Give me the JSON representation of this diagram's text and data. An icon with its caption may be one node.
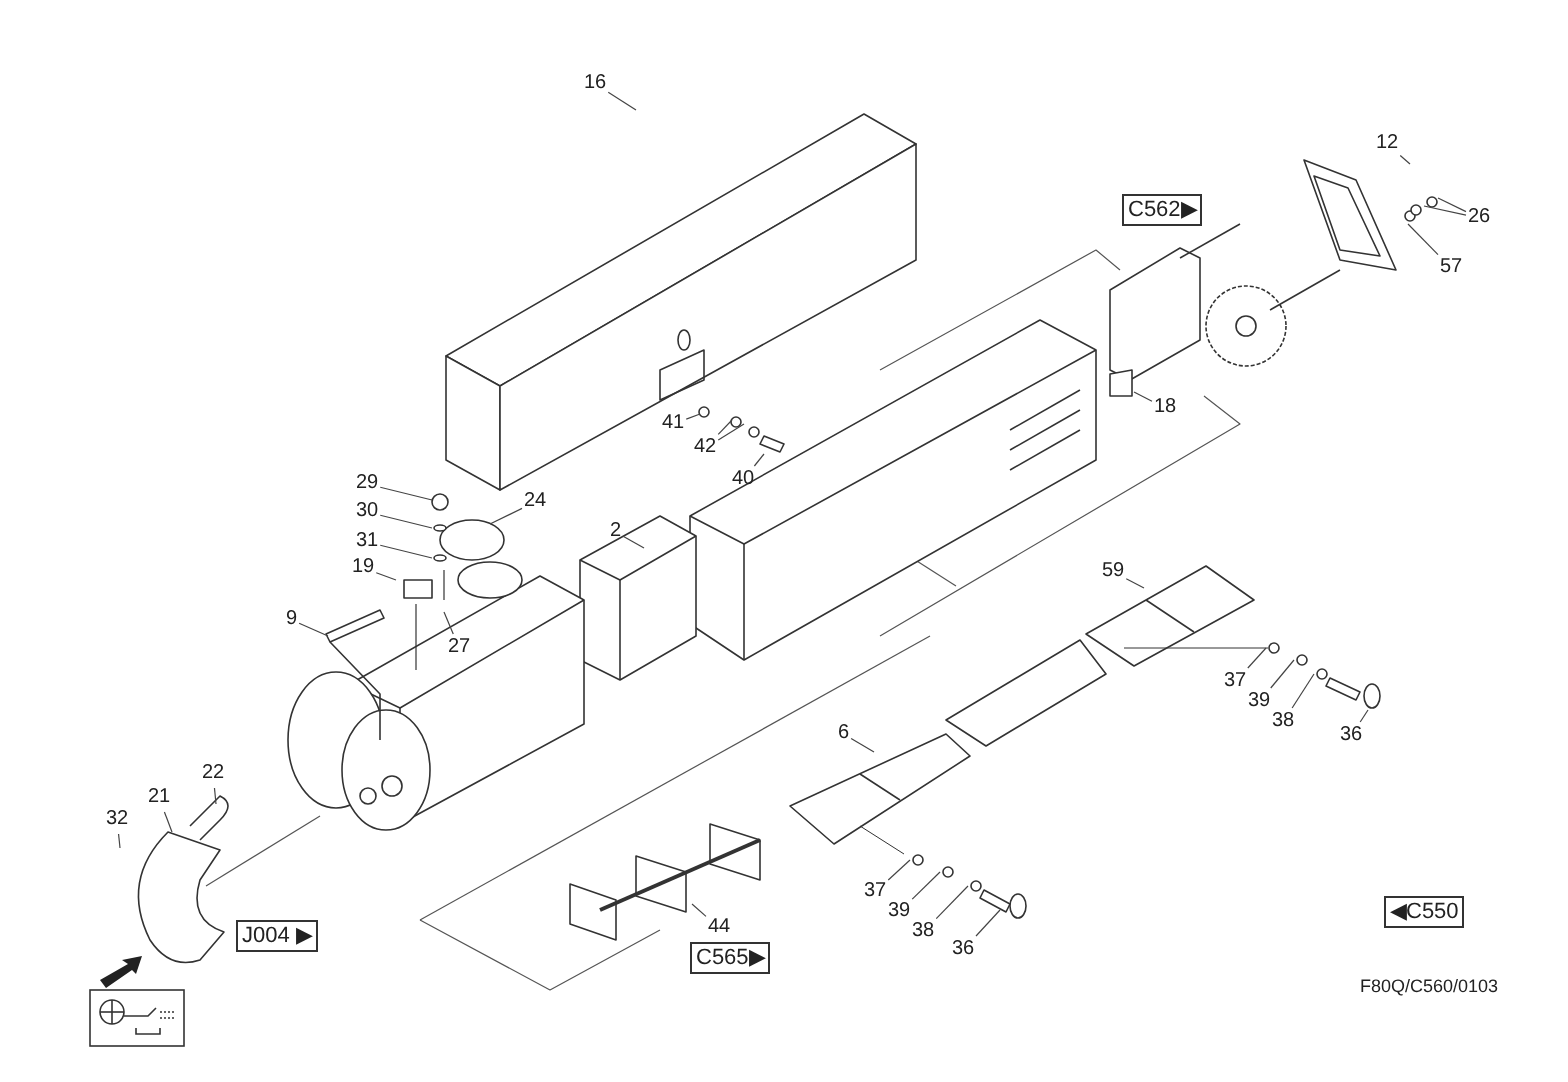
{
  "diagram": {
    "nodes": [
      {
        "text": [
          "16"
        ]
      },
      {
        "text": [
          "12"
        ]
      },
      {
        "text": [
          "C562▶"
        ]
      },
      {
        "text": [
          "26"
        ]
      },
      {
        "text": [
          "57"
        ]
      },
      {
        "text": [
          "18"
        ]
      },
      {
        "text": [
          "41"
        ]
      },
      {
        "text": [
          "42"
        ]
      },
      {
        "text": [
          "40"
        ]
      },
      {
        "text": [
          "29"
        ]
      },
      {
        "text": [
          "30"
        ]
      },
      {
        "text": [
          "31"
        ]
      },
      {
        "text": [
          "24"
        ]
      },
      {
        "text": [
          "2"
        ]
      },
      {
        "text": [
          "19"
        ]
      },
      {
        "text": [
          "27"
        ]
      },
      {
        "text": [
          "9"
        ]
      },
      {
        "text": [
          "22"
        ]
      },
      {
        "text": [
          "21"
        ]
      },
      {
        "text": [
          "32"
        ]
      },
      {
        "text": [
          "J004 ▶"
        ]
      },
      {
        "text": [
          "59"
        ]
      },
      {
        "text": [
          "37"
        ]
      },
      {
        "text": [
          "39"
        ]
      },
      {
        "text": [
          "38"
        ]
      },
      {
        "text": [
          "36"
        ]
      },
      {
        "text": [
          "6"
        ]
      },
      {
        "text": [
          "37"
        ]
      },
      {
        "text": [
          "39"
        ]
      },
      {
        "text": [
          "38"
        ]
      },
      {
        "text": [
          "36"
        ]
      },
      {
        "text": [
          "44"
        ]
      },
      {
        "text": [
          "C565▶"
        ]
      },
      {
        "text": [
          "◀C550"
        ]
      }
    ],
    "edges": [
      {
        "from": 0,
        "to": null,
        "arrow": "none"
      },
      {
        "from": 1,
        "to": null,
        "arrow": "none"
      },
      {
        "from": 3,
        "to": null,
        "arrow": "none"
      },
      {
        "from": 3,
        "to": null,
        "arrow": "none"
      },
      {
        "from": 4,
        "to": null,
        "arrow": "none"
      },
      {
        "from": 5,
        "to": null,
        "arrow": "none"
      },
      {
        "from": 6,
        "to": null,
        "arrow": "none"
      },
      {
        "from": 7,
        "to": null,
        "arrow": "none"
      },
      {
        "from": 7,
        "to": null,
        "arrow": "none"
      },
      {
        "from": 8,
        "to": null,
        "arrow": "none"
      },
      {
        "from": 9,
        "to": null,
        "arrow": "none"
      },
      {
        "from": 10,
        "to": null,
        "arrow": "none"
      },
      {
        "from": 11,
        "to": null,
        "arrow": "none"
      },
      {
        "from": 12,
        "to": null,
        "arrow": "none"
      },
      {
        "from": 13,
        "to": null,
        "arrow": "none"
      },
      {
        "from": 14,
        "to": null,
        "arrow": "none"
      },
      {
        "from": 15,
        "to": null,
        "arrow": "none"
      },
      {
        "from": 16,
        "to": null,
        "arrow": "none"
      },
      {
        "from": 17,
        "to": null,
        "arrow": "none"
      },
      {
        "from": 18,
        "to": null,
        "arrow": "none"
      },
      {
        "from": 19,
        "to": null,
        "arrow": "none"
      },
      {
        "from": 21,
        "to": null,
        "arrow": "none"
      },
      {
        "from": 22,
        "to": null,
        "arrow": "none"
      },
      {
        "from": 23,
        "to": null,
        "arrow": "none"
      },
      {
        "from": 24,
        "to": null,
        "arrow": "none"
      },
      {
        "from": 25,
        "to": null,
        "arrow": "none"
      },
      {
        "from": 26,
        "to": null,
        "arrow": "none"
      },
      {
        "from": 27,
        "to": null,
        "arrow": "none"
      },
      {
        "from": 28,
        "to": null,
        "arrow": "none"
      },
      {
        "from": 29,
        "to": null,
        "arrow": "none"
      },
      {
        "from": 30,
        "to": null,
        "arrow": "none"
      },
      {
        "from": 31,
        "to": null,
        "arrow": "none"
      }
    ],
    "labels": [
      "F80Q/C560/0103"
    ]
  }
}
